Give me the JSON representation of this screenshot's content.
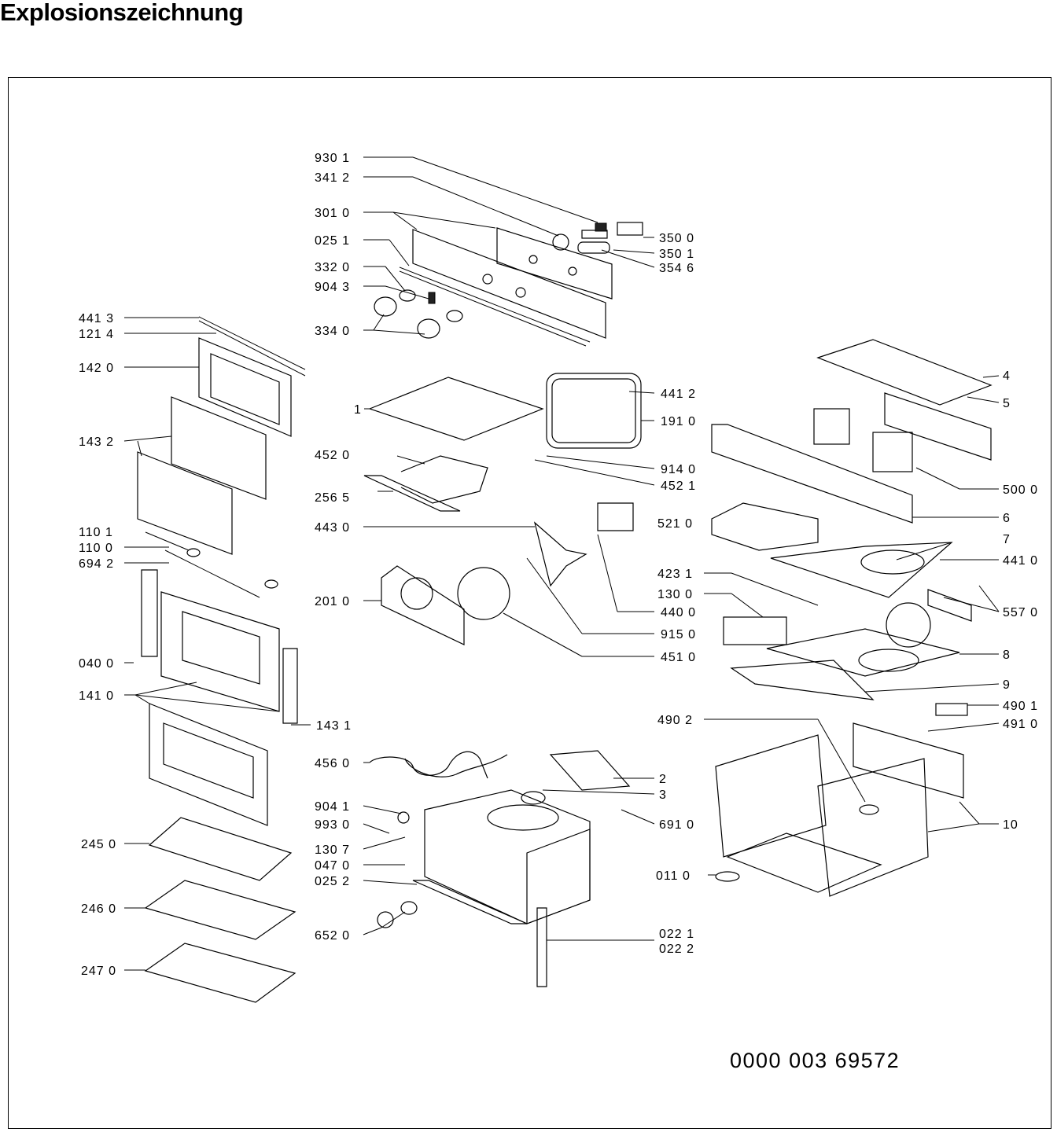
{
  "title": "Explosionszeichnung",
  "document_number": "0000 003 69572",
  "labels": [
    "930 1",
    "341 2",
    "301 0",
    "025 1",
    "332 0",
    "904 3",
    "334 0",
    "350 0",
    "350 1",
    "354 6",
    "441 3",
    "121 4",
    "142 0",
    "143 2",
    "110 1",
    "110 0",
    "694 2",
    "040 0",
    "141 0",
    "143 1",
    "245 0",
    "246 0",
    "247 0",
    "441 2",
    "1",
    "191 0",
    "452 0",
    "914 0",
    "256 5",
    "452 1",
    "443 0",
    "521 0",
    "201 0",
    "440 0",
    "915 0",
    "451 0",
    "423 1",
    "130 0",
    "4",
    "5",
    "500 0",
    "6",
    "7",
    "441 0",
    "557 0",
    "8",
    "9",
    "490 1",
    "490 2",
    "491 0",
    "456 0",
    "2",
    "3",
    "904 1",
    "993 0",
    "130 7",
    "047 0",
    "025 2",
    "652 0",
    "691 0",
    "011 0",
    "10",
    "022 1",
    "022 2"
  ]
}
